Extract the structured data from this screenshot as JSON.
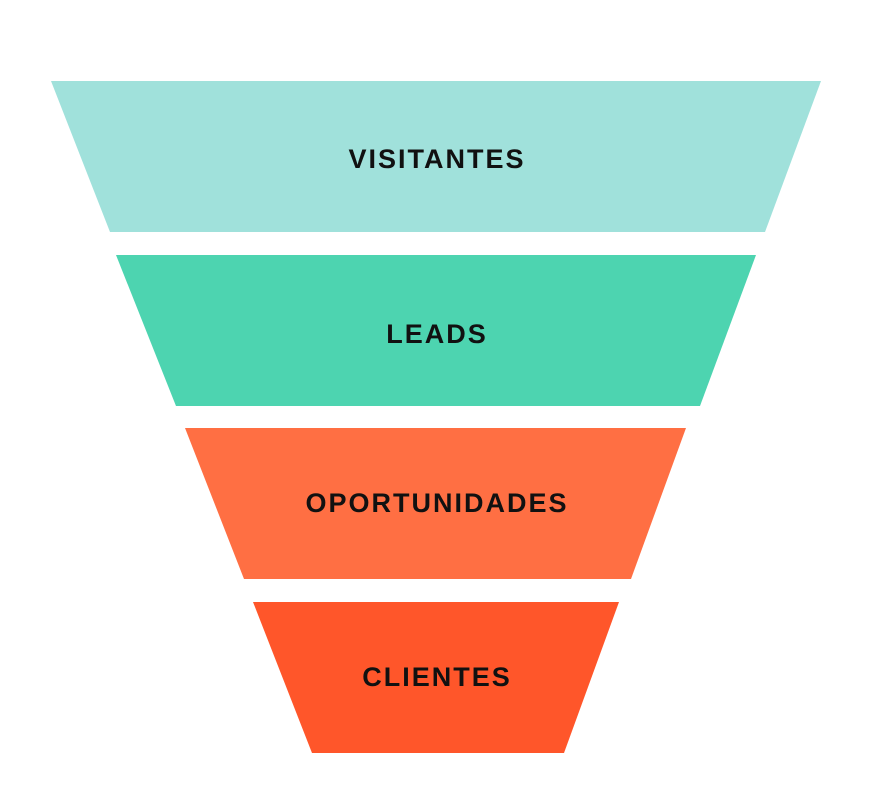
{
  "funnel": {
    "stages": [
      {
        "label": "VISITANTES",
        "color": "#a0e1db"
      },
      {
        "label": "LEADS",
        "color": "#4dd4b0"
      },
      {
        "label": "OPORTUNIDADES",
        "color": "#ff6f43"
      },
      {
        "label": "CLIENTES",
        "color": "#ff562a"
      }
    ]
  }
}
